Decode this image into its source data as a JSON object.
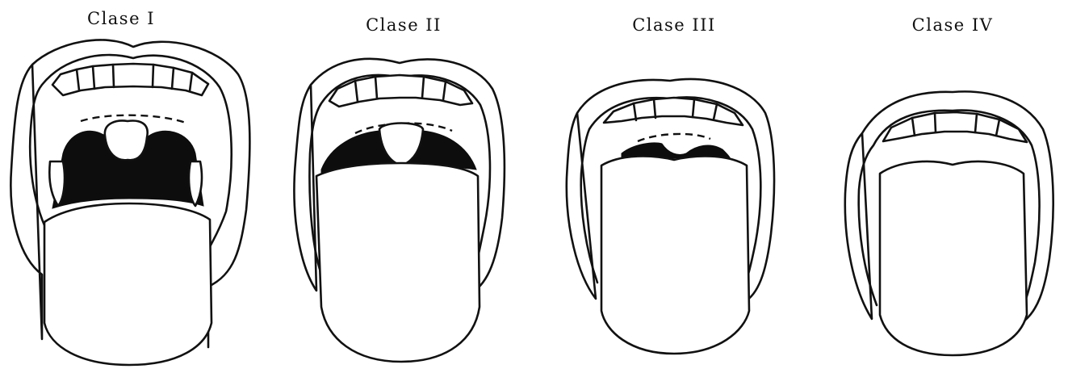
{
  "figure": {
    "panels": [
      {
        "label": "Clase I"
      },
      {
        "label": "Clase II"
      },
      {
        "label": "Clase III"
      },
      {
        "label": "Clase IV"
      }
    ]
  },
  "colors": {
    "ink": "#111111",
    "background": "#ffffff"
  }
}
